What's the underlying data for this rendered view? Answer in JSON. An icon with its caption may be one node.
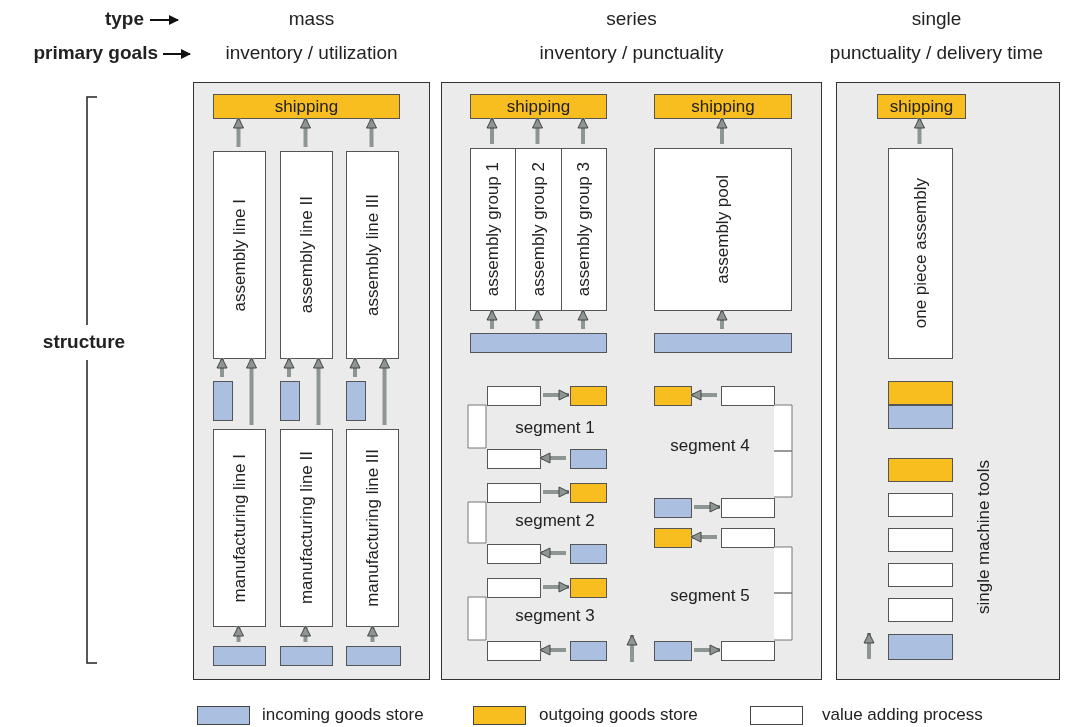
{
  "diagram": {
    "nodes": [
      {
        "text": [
          "mass",
          "inventory / utilization"
        ]
      },
      {
        "text": [
          "shipping"
        ],
        "in": 0
      },
      {
        "text": [
          "assembly line I"
        ],
        "in": 0
      },
      {
        "text": [
          "assembly line II"
        ],
        "in": 0
      },
      {
        "text": [
          "assembly line III"
        ],
        "in": 0
      },
      {
        "text": [],
        "shape": "box",
        "in": 0
      },
      {
        "text": [],
        "shape": "box",
        "in": 0
      },
      {
        "text": [],
        "shape": "box",
        "in": 0
      },
      {
        "text": [
          "manufacturing line I"
        ],
        "in": 0
      },
      {
        "text": [
          "manufacturing line II"
        ],
        "in": 0
      },
      {
        "text": [
          "manufacturing line III"
        ],
        "in": 0
      },
      {
        "text": [],
        "shape": "box",
        "in": 0
      },
      {
        "text": [],
        "shape": "box",
        "in": 0
      },
      {
        "text": [],
        "shape": "box",
        "in": 0
      },
      {
        "text": [
          "series",
          "inventory / punctuality"
        ]
      },
      {
        "text": [
          "shipping"
        ],
        "in": 14
      },
      {
        "text": [
          "shipping"
        ],
        "in": 14
      },
      {
        "text": [
          "assembly group 1"
        ],
        "in": 14
      },
      {
        "text": [
          "assembly group 2"
        ],
        "in": 14
      },
      {
        "text": [
          "assembly group 3"
        ],
        "in": 14
      },
      {
        "text": [
          "assembly pool"
        ],
        "in": 14
      },
      {
        "text": [],
        "shape": "box",
        "in": 14
      },
      {
        "text": [],
        "shape": "box",
        "in": 14
      },
      {
        "text": [],
        "shape": "box",
        "in": 14
      },
      {
        "text": [],
        "shape": "box",
        "in": 14
      },
      {
        "text": [],
        "shape": "box",
        "in": 14
      },
      {
        "text": [],
        "shape": "box",
        "in": 14
      },
      {
        "text": [],
        "shape": "box",
        "in": 14
      },
      {
        "text": [],
        "shape": "box",
        "in": 14
      },
      {
        "text": [],
        "shape": "box",
        "in": 14
      },
      {
        "text": [],
        "shape": "box",
        "in": 14
      },
      {
        "text": [],
        "shape": "box",
        "in": 14
      },
      {
        "text": [],
        "shape": "box",
        "in": 14
      },
      {
        "text": [],
        "shape": "box",
        "in": 14
      },
      {
        "text": [],
        "shape": "box",
        "in": 14
      },
      {
        "text": [],
        "shape": "box",
        "in": 14
      },
      {
        "text": [],
        "shape": "box",
        "in": 14
      },
      {
        "text": [],
        "shape": "box",
        "in": 14
      },
      {
        "text": [],
        "shape": "box",
        "in": 14
      },
      {
        "text": [],
        "shape": "box",
        "in": 14
      },
      {
        "text": [],
        "shape": "box",
        "in": 14
      },
      {
        "text": [],
        "shape": "box",
        "in": 14
      },
      {
        "text": [],
        "shape": "box",
        "in": 14
      },
      {
        "text": [
          "single",
          "punctuality / delivery time"
        ]
      },
      {
        "text": [
          "shipping"
        ],
        "in": 43
      },
      {
        "text": [
          "one piece assembly"
        ],
        "in": 43
      },
      {
        "text": [],
        "shape": "box",
        "in": 43
      },
      {
        "text": [],
        "shape": "box",
        "in": 43
      },
      {
        "text": [],
        "shape": "box",
        "in": 43
      },
      {
        "text": [],
        "shape": "box",
        "in": 43
      },
      {
        "text": [],
        "shape": "box",
        "in": 43
      },
      {
        "text": [],
        "shape": "box",
        "in": 43
      },
      {
        "text": [],
        "shape": "box",
        "in": 43
      },
      {
        "text": [],
        "shape": "box",
        "in": 43
      }
    ],
    "edges": [
      {
        "from": 2,
        "to": 1,
        "arrow": "to"
      },
      {
        "from": 3,
        "to": 1,
        "arrow": "to"
      },
      {
        "from": 4,
        "to": 1,
        "arrow": "to"
      },
      {
        "from": 5,
        "to": 2,
        "arrow": "to"
      },
      {
        "from": 8,
        "to": 2,
        "arrow": "to"
      },
      {
        "from": 6,
        "to": 3,
        "arrow": "to"
      },
      {
        "from": 9,
        "to": 3,
        "arrow": "to"
      },
      {
        "from": 7,
        "to": 4,
        "arrow": "to"
      },
      {
        "from": 10,
        "to": 4,
        "arrow": "to"
      },
      {
        "from": 11,
        "to": 8,
        "arrow": "to"
      },
      {
        "from": 12,
        "to": 9,
        "arrow": "to"
      },
      {
        "from": 13,
        "to": 10,
        "arrow": "to"
      },
      {
        "from": 17,
        "to": 15,
        "arrow": "to"
      },
      {
        "from": 18,
        "to": 15,
        "arrow": "to"
      },
      {
        "from": 19,
        "to": 15,
        "arrow": "to"
      },
      {
        "from": 20,
        "to": 16,
        "arrow": "to"
      },
      {
        "from": 21,
        "to": 17,
        "arrow": "to"
      },
      {
        "from": 21,
        "to": 18,
        "arrow": "to"
      },
      {
        "from": 21,
        "to": 19,
        "arrow": "to"
      },
      {
        "from": 22,
        "to": 20,
        "arrow": "to"
      },
      {
        "from": 23,
        "to": 24,
        "arrow": "to"
      },
      {
        "from": 26,
        "to": 25,
        "arrow": "to"
      },
      {
        "from": 27,
        "to": 28,
        "arrow": "to"
      },
      {
        "from": 30,
        "to": 29,
        "arrow": "to"
      },
      {
        "from": 31,
        "to": 32,
        "arrow": "to"
      },
      {
        "from": 34,
        "to": 33,
        "arrow": "to"
      },
      {
        "from": 36,
        "to": 35,
        "arrow": "to"
      },
      {
        "from": 37,
        "to": 38,
        "arrow": "to"
      },
      {
        "from": 40,
        "to": 39,
        "arrow": "to"
      },
      {
        "from": 41,
        "to": 42,
        "arrow": "to"
      },
      {
        "from": 45,
        "to": 44,
        "arrow": "to"
      }
    ],
    "labels": [
      "type",
      "primary goals",
      "structure",
      "segment 1",
      "segment 4",
      "segment 2",
      "segment 3",
      "segment 5",
      "single machine tools"
    ],
    "legend": [
      {
        "text": "incoming goods store",
        "color": "#abbfe0"
      },
      {
        "text": "outgoing goods store",
        "color": "#f8bd1f"
      },
      {
        "text": "value adding process",
        "color": "#ffffff"
      }
    ]
  }
}
